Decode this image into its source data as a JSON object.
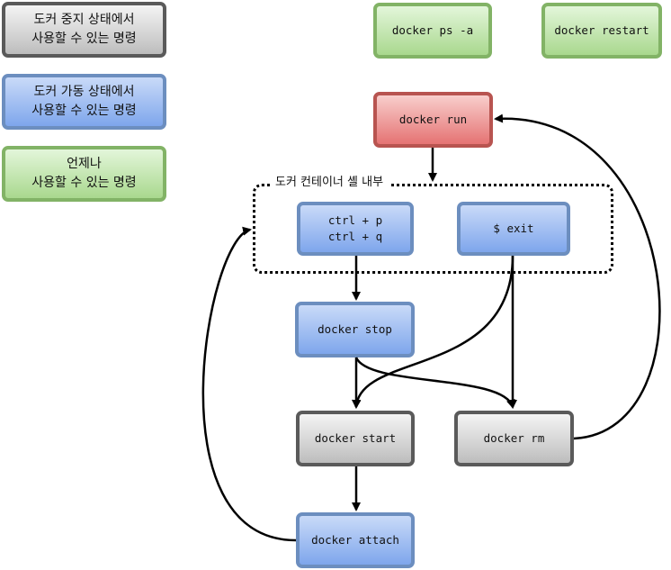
{
  "legend": {
    "stopped": "도커 중지 상태에서\n사용할 수 있는 명령",
    "running": "도커 가동 상태에서\n사용할 수 있는 명령",
    "anytime": "언제나\n사용할 수 있는 명령"
  },
  "container_group": {
    "label": "도커 컨테이너 셸 내부"
  },
  "nodes": {
    "docker_ps": "docker ps -a",
    "docker_restart": "docker restart",
    "docker_run": "docker run",
    "detach": "ctrl + p\nctrl + q",
    "exit": "$ exit",
    "docker_stop": "docker stop",
    "docker_start": "docker start",
    "docker_rm": "docker rm",
    "docker_attach": "docker attach"
  },
  "colors": {
    "gray_border": "#5a5a5a",
    "blue_border": "#6c8ebf",
    "green_border": "#82b366",
    "red_border": "#b85450"
  }
}
